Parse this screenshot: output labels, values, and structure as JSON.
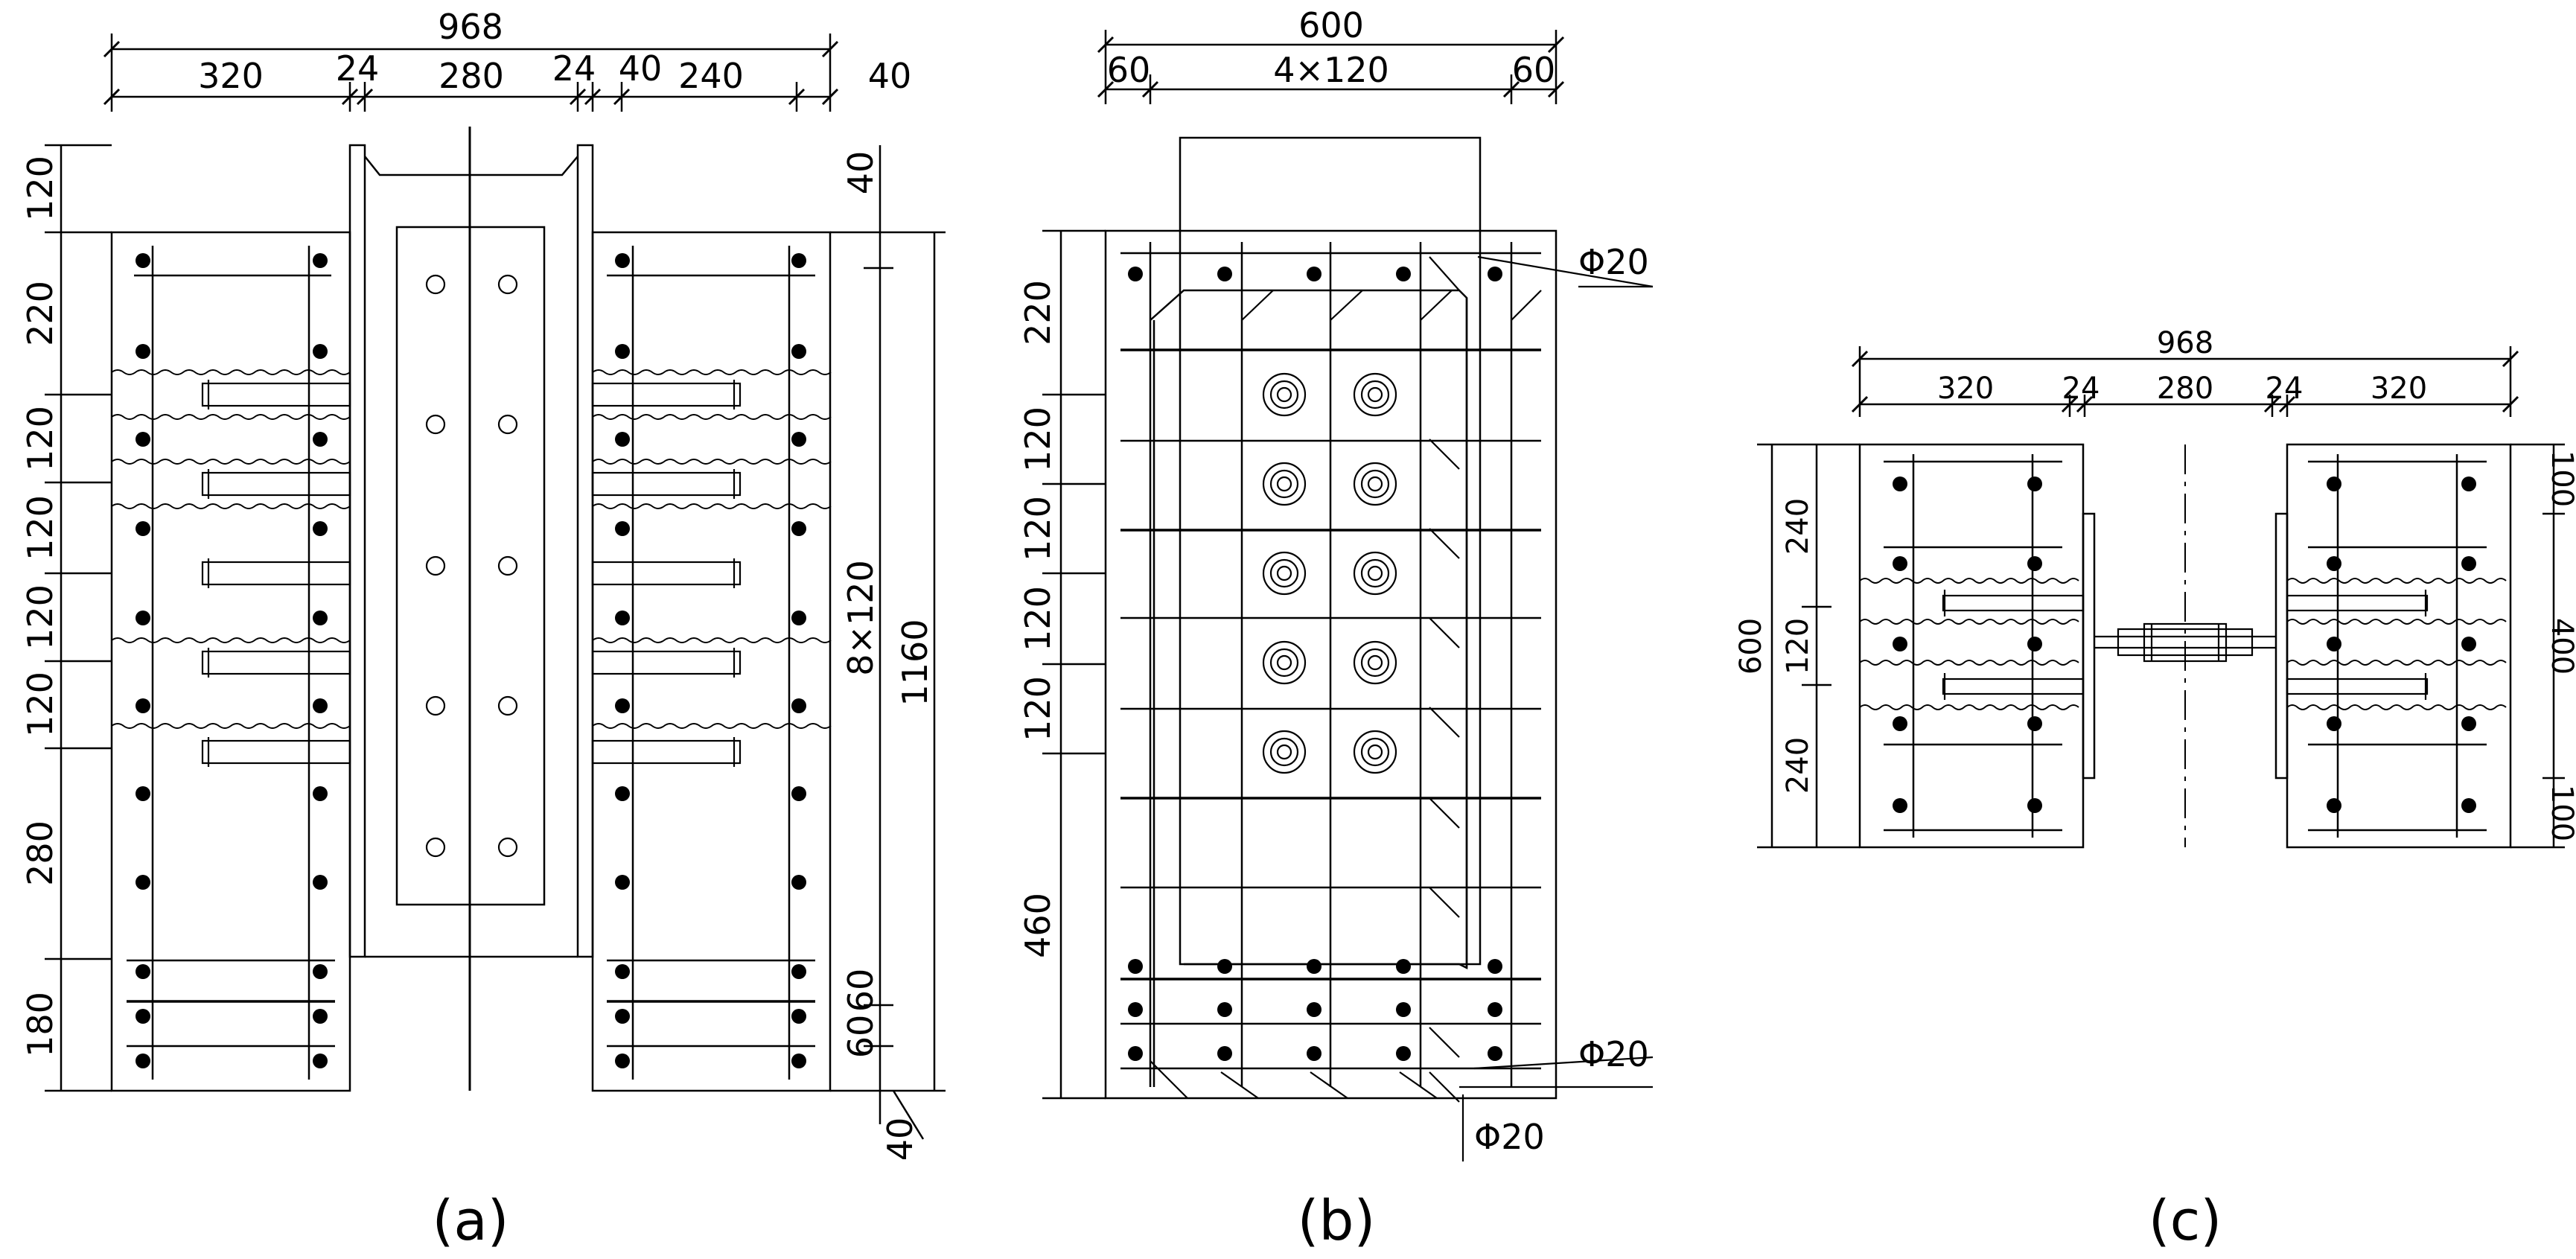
{
  "colors": {
    "ink": "#000000",
    "paper": "#ffffff"
  },
  "panels": [
    {
      "id": "a",
      "caption": "(a)",
      "dims_top": [
        "968",
        "320",
        "24",
        "280",
        "24",
        "40",
        "240",
        "40"
      ],
      "dims_left": [
        "120",
        "220",
        "120",
        "120",
        "120",
        "120",
        "280",
        "180"
      ],
      "dims_right": [
        "40",
        "8×120",
        "1160",
        "60",
        "60",
        "40"
      ]
    },
    {
      "id": "b",
      "caption": "(b)",
      "dims_top": [
        "600",
        "60",
        "4×120",
        "60"
      ],
      "dims_left": [
        "220",
        "120",
        "120",
        "120",
        "120",
        "460"
      ],
      "rebar_labels": [
        "Φ20",
        "Φ20",
        "Φ20"
      ]
    },
    {
      "id": "c",
      "caption": "(c)",
      "dims_top": [
        "968",
        "320",
        "24",
        "280",
        "24",
        "320"
      ],
      "dims_left": [
        "600",
        "240",
        "120",
        "240"
      ],
      "dims_right": [
        "100",
        "400",
        "100"
      ]
    }
  ]
}
